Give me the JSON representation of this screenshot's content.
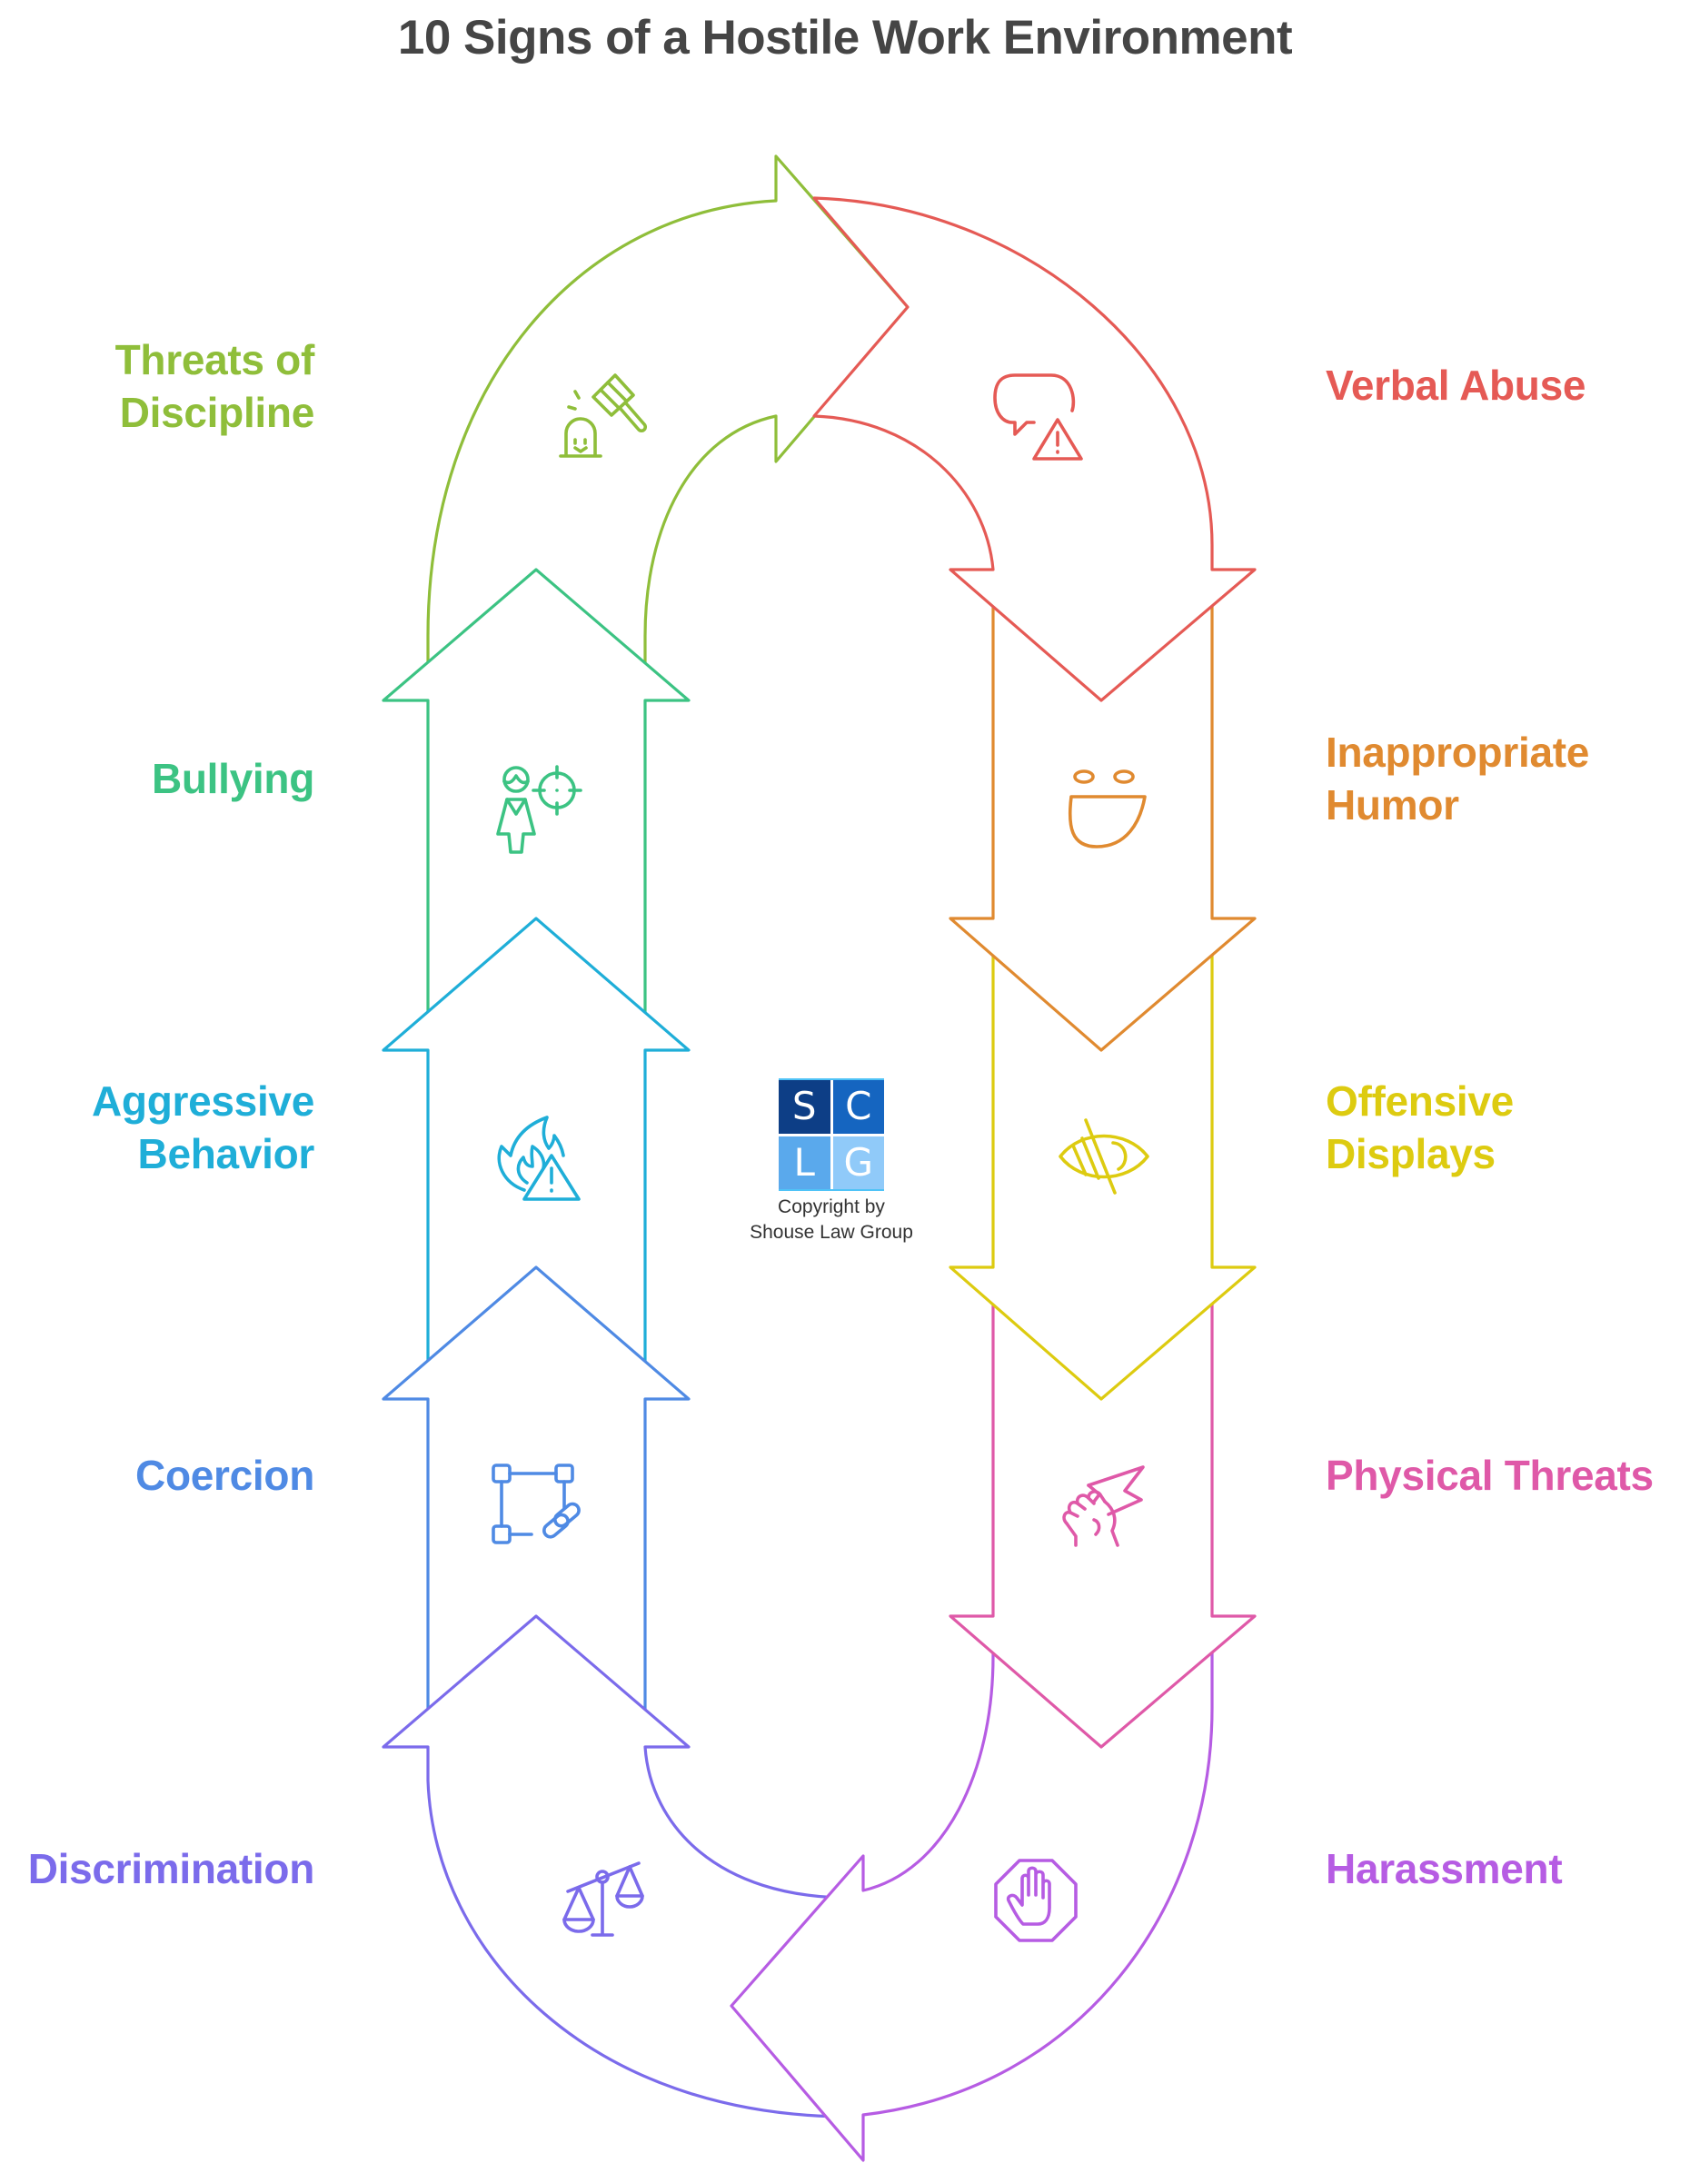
{
  "title": "10 Signs of a Hostile Work Environment",
  "signs": [
    {
      "label": "Threats of\nDiscipline",
      "color": "#8FBE3A",
      "icon": "gavel-icon",
      "side": "left"
    },
    {
      "label": "Verbal Abuse",
      "color": "#E55A55",
      "icon": "speech-bubble-warning-icon",
      "side": "right"
    },
    {
      "label": "Bullying",
      "color": "#3CC383",
      "icon": "person-target-icon",
      "side": "left"
    },
    {
      "label": "Inappropriate\nHumor",
      "color": "#E08A30",
      "icon": "laughing-face-icon",
      "side": "right"
    },
    {
      "label": "Aggressive\nBehavior",
      "color": "#1FAED8",
      "icon": "fire-warning-icon",
      "side": "left"
    },
    {
      "label": "Offensive\nDisplays",
      "color": "#DDCB10",
      "icon": "eye-slash-icon",
      "side": "right"
    },
    {
      "label": "Coercion",
      "color": "#4F8AE4",
      "icon": "linked-square-icon",
      "side": "left"
    },
    {
      "label": "Physical Threats",
      "color": "#DF59A8",
      "icon": "fist-lightning-icon",
      "side": "right"
    },
    {
      "label": "Discrimination",
      "color": "#7B6BEB",
      "icon": "scales-icon",
      "side": "left"
    },
    {
      "label": "Harassment",
      "color": "#B65CE3",
      "icon": "stop-hand-icon",
      "side": "right"
    }
  ],
  "logo": {
    "letters": [
      "S",
      "C",
      "L",
      "G"
    ],
    "colors": [
      "#0D3E86",
      "#1565C0",
      "#5AA9EC",
      "#90CAF9"
    ],
    "caption_line1": "Copyright by",
    "caption_line2": "Shouse Law Group"
  }
}
